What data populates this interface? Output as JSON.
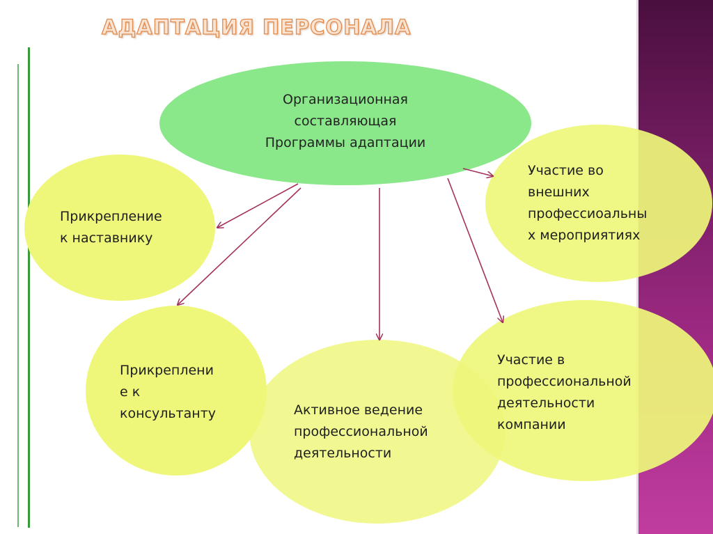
{
  "title": "АДАПТАЦИЯ ПЕРСОНАЛА",
  "nodes": {
    "center": [
      "Организационная",
      "составляющая",
      "Программы адаптации"
    ],
    "mentor": [
      "Прикрепление",
      "к наставнику"
    ],
    "consultant": [
      "Прикреплени",
      "е к",
      "консультанту"
    ],
    "active": [
      "Активное ведение",
      "профессиональной",
      "деятельности"
    ],
    "company": [
      "Участие в",
      "профессиональной",
      "деятельности",
      "компании"
    ],
    "external": [
      "Участие во",
      "внешних",
      "профессиоальны",
      "х мероприятиях"
    ]
  },
  "colors": {
    "center_fill": "#8ae78a",
    "node_fill": "#eef77a",
    "arrow": "#a3315c",
    "title_fill": "#fbe3d2",
    "title_stroke": "#e08a4c",
    "accent_line": "#3a9a3a",
    "side_panel": "#7a1e66"
  }
}
